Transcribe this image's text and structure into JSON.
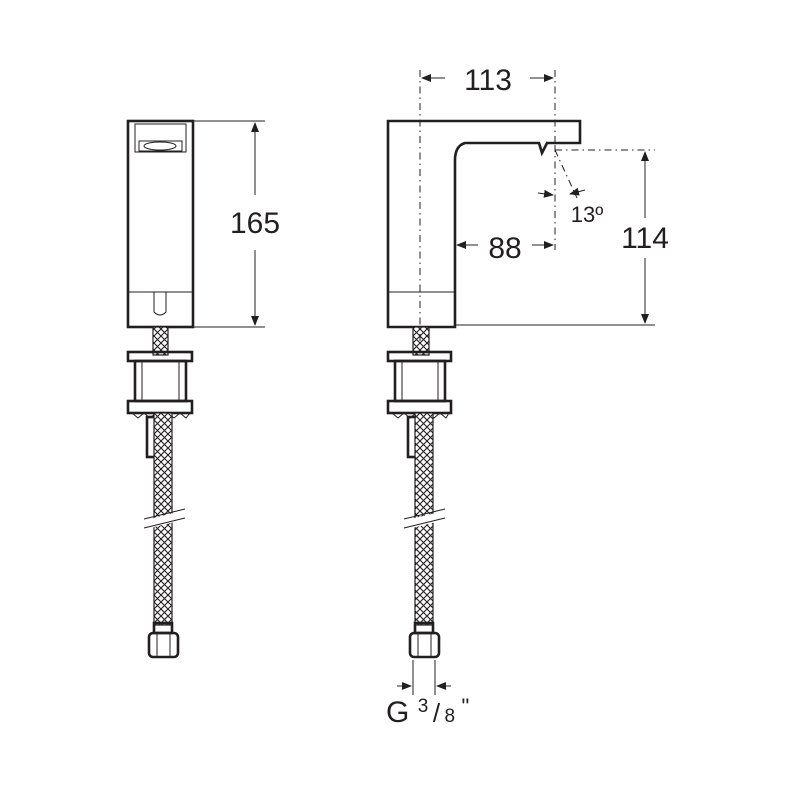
{
  "dimensions": {
    "height_front": "165",
    "width_side": "113",
    "spout_reach": "88",
    "spout_height": "114",
    "spout_angle": "13º"
  },
  "connection": {
    "prefix": "G",
    "numerator": "3",
    "slash": "/",
    "denominator": "8",
    "suffix": "\""
  },
  "colors": {
    "line": "#231f20",
    "background": "#ffffff"
  }
}
